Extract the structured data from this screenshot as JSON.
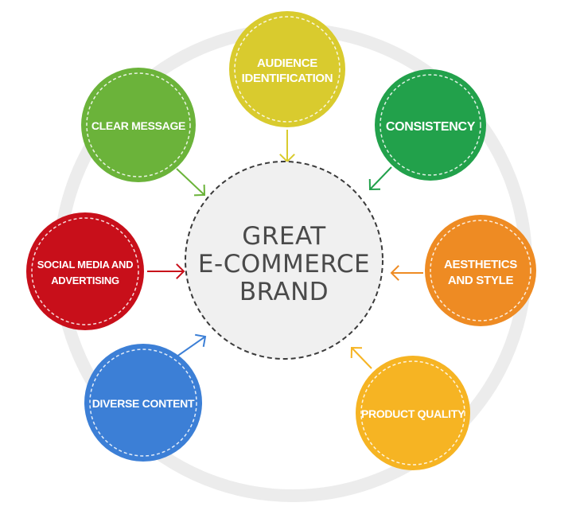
{
  "center": {
    "lines": [
      "GREAT",
      "E-COMMERCE",
      "BRAND"
    ]
  },
  "nodes": [
    {
      "id": "audience-identification",
      "lines": [
        "AUDIENCE",
        "IDENTIFICATION"
      ],
      "color": "#D9CB2E"
    },
    {
      "id": "consistency",
      "lines": [
        "CONSISTENCY"
      ],
      "color": "#22A14B"
    },
    {
      "id": "aesthetics-and-style",
      "lines": [
        "AESTHETICS",
        "AND STYLE"
      ],
      "color": "#EE8B23"
    },
    {
      "id": "product-quality",
      "lines": [
        "PRODUCT QUALITY"
      ],
      "color": "#F6B423"
    },
    {
      "id": "diverse-content",
      "lines": [
        "DIVERSE CONTENT"
      ],
      "color": "#3C7FD6"
    },
    {
      "id": "social-media-and-advertising",
      "lines": [
        "SOCIAL MEDIA AND",
        "ADVERTISING"
      ],
      "color": "#C80F1A"
    },
    {
      "id": "clear-message",
      "lines": [
        "CLEAR MESSAGE"
      ],
      "color": "#6BB33A"
    }
  ]
}
